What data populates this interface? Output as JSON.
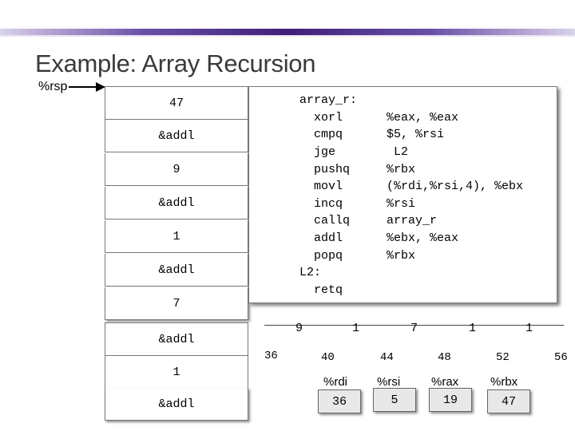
{
  "slide": {
    "title": "Example: Array Recursion",
    "rsp_label": "%rsp"
  },
  "stack": {
    "cells": [
      "47",
      "&addl",
      "9",
      "&addl",
      "1",
      "&addl",
      "7",
      "&addl",
      "1",
      "&addl"
    ]
  },
  "code": {
    "lines": [
      {
        "col1": "array_r:",
        "col2": ""
      },
      {
        "col1": "  xorl",
        "col2": "%eax, %eax"
      },
      {
        "col1": "  cmpq",
        "col2": "$5, %rsi"
      },
      {
        "col1": "  jge",
        "col2": " L2"
      },
      {
        "col1": "  pushq",
        "col2": "%rbx"
      },
      {
        "col1": "  movl",
        "col2": "(%rdi,%rsi,4), %ebx"
      },
      {
        "col1": "  incq",
        "col2": "%rsi"
      },
      {
        "col1": "  callq",
        "col2": "array_r"
      },
      {
        "col1": "  addl",
        "col2": "%ebx, %eax"
      },
      {
        "col1": "  popq",
        "col2": "%rbx"
      },
      {
        "col1": "L2:",
        "col2": ""
      },
      {
        "col1": "  retq",
        "col2": ""
      }
    ]
  },
  "array": {
    "values": [
      "9",
      "1",
      "7",
      "1",
      "1"
    ],
    "addresses": [
      "36",
      "40",
      "44",
      "48",
      "52",
      "56"
    ]
  },
  "registers": [
    {
      "name": "%rdi",
      "value": "36"
    },
    {
      "name": "%rsi",
      "value": "5"
    },
    {
      "name": "%rax",
      "value": "19"
    },
    {
      "name": "%rbx",
      "value": "47"
    }
  ]
}
